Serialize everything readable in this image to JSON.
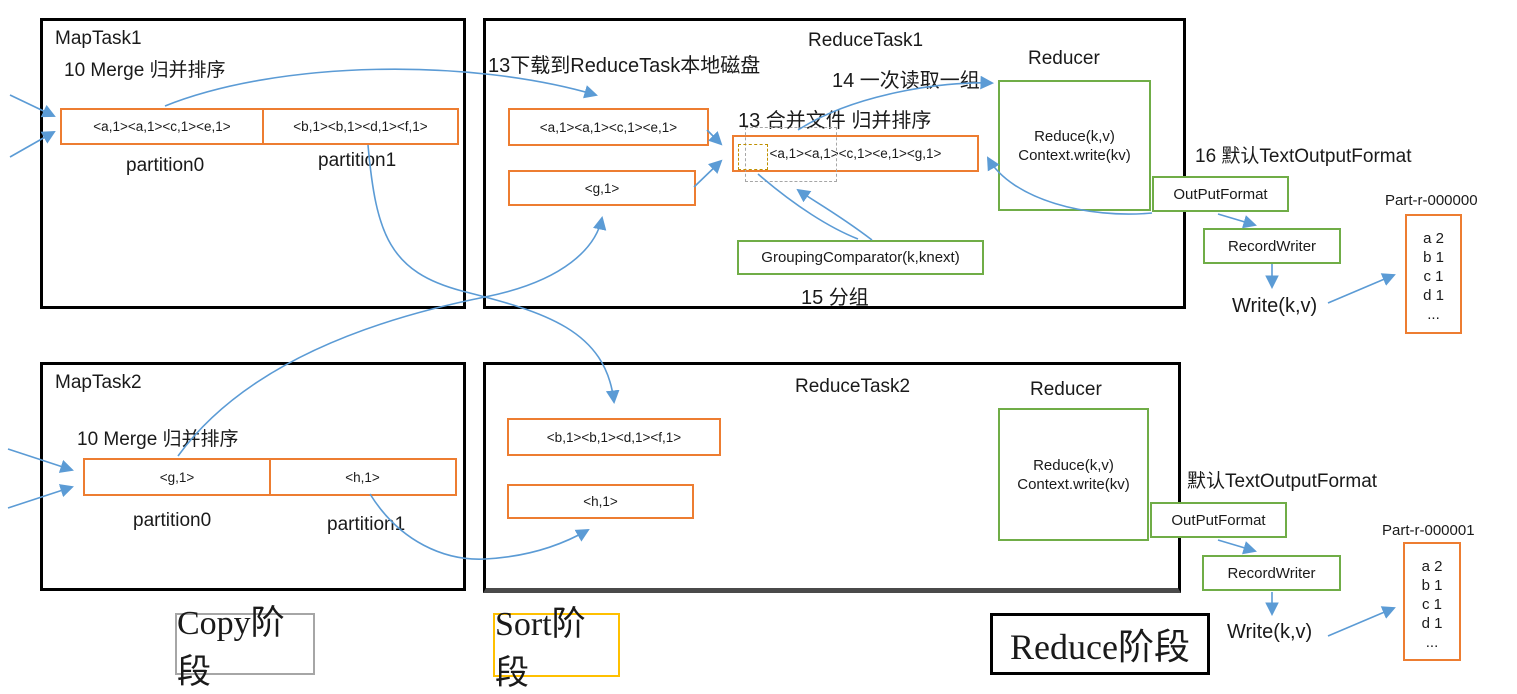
{
  "colors": {
    "orange": "#ED7D31",
    "green": "#70AD47",
    "arrow_blue": "#5B9BD5",
    "stage_yellow": "#FFC000",
    "stage_gray": "#A6A6A6"
  },
  "map_task1": {
    "title": "MapTask1",
    "merge_label": "10 Merge 归并排序",
    "partition0": {
      "content": "<a,1><a,1><c,1><e,1>",
      "label": "partition0"
    },
    "partition1": {
      "content": "<b,1><b,1><d,1><f,1>",
      "label": "partition1"
    }
  },
  "map_task2": {
    "title": "MapTask2",
    "merge_label": "10 Merge 归并排序",
    "partition0": {
      "content": "<g,1>",
      "label": "partition0"
    },
    "partition1": {
      "content": "<h,1>",
      "label": "partition1"
    }
  },
  "reduce_task1": {
    "title": "ReduceTask1",
    "download_label": "13下载到ReduceTask本地磁盘",
    "read_group_label": "14 一次读取一组",
    "merge_sort_label": "13 合并文件 归并排序",
    "spill_file_a": "<a,1><a,1><c,1><e,1>",
    "spill_file_g": "<g,1>",
    "merged_file": "<a,1><a,1><c,1><e,1><g,1>",
    "grouping_comparator": "GroupingComparator(k,knext)",
    "grouping_label": "15 分组"
  },
  "reduce_task2": {
    "title": "ReduceTask2",
    "spill_file_b": "<b,1><b,1><d,1><f,1>",
    "spill_file_h": "<h,1>"
  },
  "reducer1": {
    "title": "Reducer",
    "line1": "Reduce(k,v)",
    "line2": "Context.write(kv)"
  },
  "reducer2": {
    "title": "Reducer",
    "line1": "Reduce(k,v)",
    "line2": "Context.write(kv)"
  },
  "output1": {
    "format_label": "16 默认TextOutputFormat",
    "output_format": "OutPutFormat",
    "record_writer": "RecordWriter",
    "write_label": "Write(k,v)",
    "part_file": {
      "title": "Part-r-000000",
      "lines": [
        "a 2",
        "b 1",
        "c 1",
        "d 1",
        "..."
      ]
    }
  },
  "output2": {
    "format_label": "默认TextOutputFormat",
    "output_format": "OutPutFormat",
    "record_writer": "RecordWriter",
    "write_label": "Write(k,v)",
    "part_file": {
      "title": "Part-r-000001",
      "lines": [
        "a 2",
        "b 1",
        "c 1",
        "d 1",
        "..."
      ]
    }
  },
  "stages": {
    "copy": "Copy阶段",
    "sort": "Sort阶段",
    "reduce": "Reduce阶段"
  }
}
